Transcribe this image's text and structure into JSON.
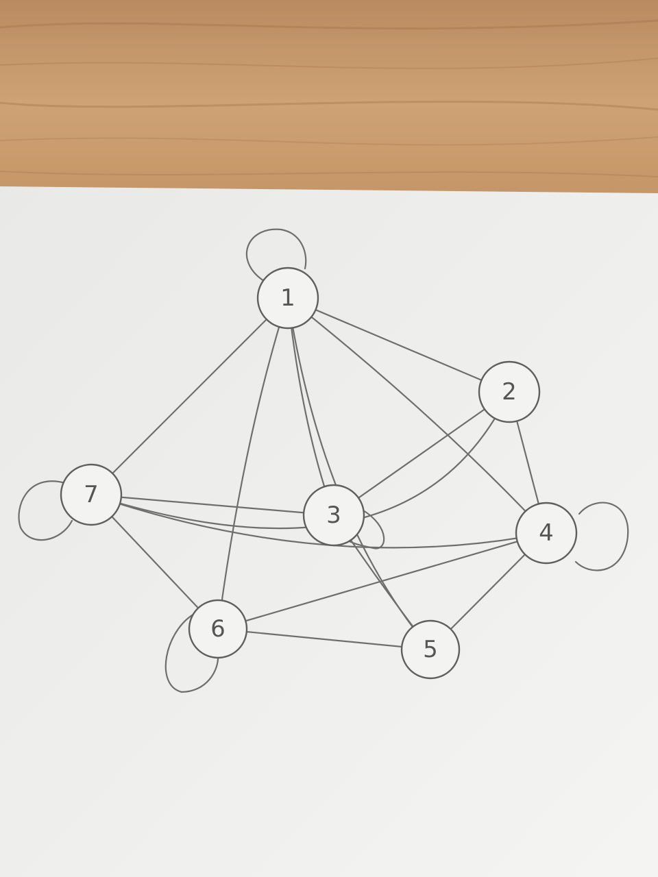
{
  "colors": {
    "wood": "#c89a6e",
    "paper": "#f3f3f1",
    "pencil": "#6e6e6e"
  },
  "graph": {
    "nodes": [
      {
        "id": "1",
        "label": "1"
      },
      {
        "id": "2",
        "label": "2"
      },
      {
        "id": "3",
        "label": "3"
      },
      {
        "id": "4",
        "label": "4"
      },
      {
        "id": "5",
        "label": "5"
      },
      {
        "id": "6",
        "label": "6"
      },
      {
        "id": "7",
        "label": "7"
      }
    ],
    "edges": [
      [
        "1",
        "2"
      ],
      [
        "1",
        "7"
      ],
      [
        "1",
        "6"
      ],
      [
        "1",
        "3"
      ],
      [
        "1",
        "5"
      ],
      [
        "1",
        "4"
      ],
      [
        "2",
        "3"
      ],
      [
        "2",
        "4"
      ],
      [
        "2",
        "7"
      ],
      [
        "7",
        "3"
      ],
      [
        "7",
        "4"
      ],
      [
        "7",
        "6"
      ],
      [
        "3",
        "5"
      ],
      [
        "4",
        "5"
      ],
      [
        "4",
        "6"
      ],
      [
        "6",
        "5"
      ]
    ],
    "self_loops": [
      "1",
      "3",
      "4",
      "6",
      "7"
    ]
  }
}
